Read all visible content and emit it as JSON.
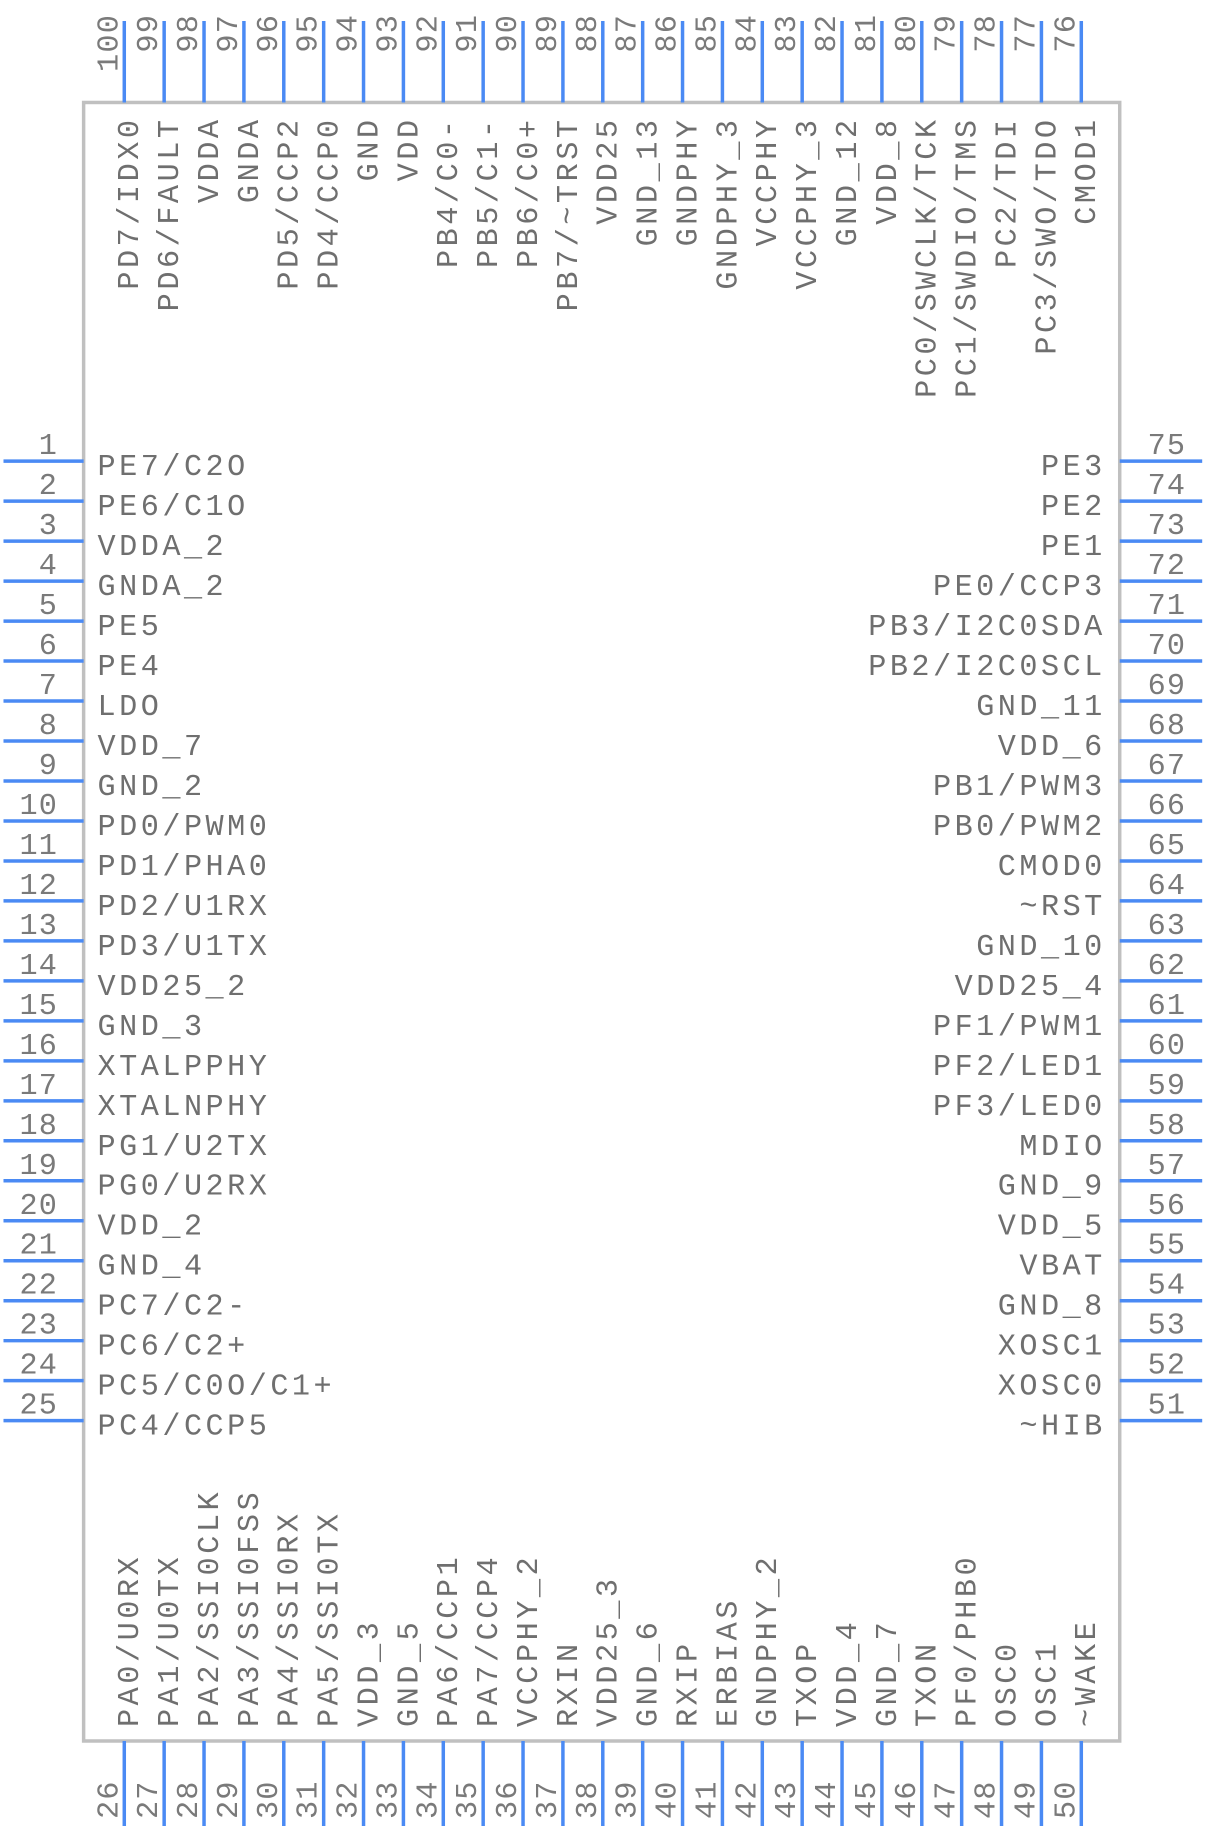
{
  "colors": {
    "pin": "#4a8af4",
    "outline": "#c0c0c0",
    "text": "#6f6f6f"
  },
  "pins": {
    "left": [
      {
        "num": "1",
        "name": "PE7/C2O"
      },
      {
        "num": "2",
        "name": "PE6/C1O"
      },
      {
        "num": "3",
        "name": "VDDA_2"
      },
      {
        "num": "4",
        "name": "GNDA_2"
      },
      {
        "num": "5",
        "name": "PE5"
      },
      {
        "num": "6",
        "name": "PE4"
      },
      {
        "num": "7",
        "name": "LDO"
      },
      {
        "num": "8",
        "name": "VDD_7"
      },
      {
        "num": "9",
        "name": "GND_2"
      },
      {
        "num": "10",
        "name": "PD0/PWM0"
      },
      {
        "num": "11",
        "name": "PD1/PHA0"
      },
      {
        "num": "12",
        "name": "PD2/U1RX"
      },
      {
        "num": "13",
        "name": "PD3/U1TX"
      },
      {
        "num": "14",
        "name": "VDD25_2"
      },
      {
        "num": "15",
        "name": "GND_3"
      },
      {
        "num": "16",
        "name": "XTALPPHY"
      },
      {
        "num": "17",
        "name": "XTALNPHY"
      },
      {
        "num": "18",
        "name": "PG1/U2TX"
      },
      {
        "num": "19",
        "name": "PG0/U2RX"
      },
      {
        "num": "20",
        "name": "VDD_2"
      },
      {
        "num": "21",
        "name": "GND_4"
      },
      {
        "num": "22",
        "name": "PC7/C2-"
      },
      {
        "num": "23",
        "name": "PC6/C2+"
      },
      {
        "num": "24",
        "name": "PC5/C0O/C1+"
      },
      {
        "num": "25",
        "name": "PC4/CCP5"
      }
    ],
    "bottom": [
      {
        "num": "26",
        "name": "PA0/U0RX"
      },
      {
        "num": "27",
        "name": "PA1/U0TX"
      },
      {
        "num": "28",
        "name": "PA2/SSI0CLK"
      },
      {
        "num": "29",
        "name": "PA3/SSI0FSS"
      },
      {
        "num": "30",
        "name": "PA4/SSI0RX"
      },
      {
        "num": "31",
        "name": "PA5/SSI0TX"
      },
      {
        "num": "32",
        "name": "VDD_3"
      },
      {
        "num": "33",
        "name": "GND_5"
      },
      {
        "num": "34",
        "name": "PA6/CCP1"
      },
      {
        "num": "35",
        "name": "PA7/CCP4"
      },
      {
        "num": "36",
        "name": "VCCPHY_2"
      },
      {
        "num": "37",
        "name": "RXIN"
      },
      {
        "num": "38",
        "name": "VDD25_3"
      },
      {
        "num": "39",
        "name": "GND_6"
      },
      {
        "num": "40",
        "name": "RXIP"
      },
      {
        "num": "41",
        "name": "ERBIAS"
      },
      {
        "num": "42",
        "name": "GNDPHY_2"
      },
      {
        "num": "43",
        "name": "TXOP"
      },
      {
        "num": "44",
        "name": "VDD_4"
      },
      {
        "num": "45",
        "name": "GND_7"
      },
      {
        "num": "46",
        "name": "TXON"
      },
      {
        "num": "47",
        "name": "PF0/PHB0"
      },
      {
        "num": "48",
        "name": "OSC0"
      },
      {
        "num": "49",
        "name": "OSC1"
      },
      {
        "num": "50",
        "name": "~WAKE"
      }
    ],
    "right": [
      {
        "num": "75",
        "name": "PE3"
      },
      {
        "num": "74",
        "name": "PE2"
      },
      {
        "num": "73",
        "name": "PE1"
      },
      {
        "num": "72",
        "name": "PE0/CCP3"
      },
      {
        "num": "71",
        "name": "PB3/I2C0SDA"
      },
      {
        "num": "70",
        "name": "PB2/I2C0SCL"
      },
      {
        "num": "69",
        "name": "GND_11"
      },
      {
        "num": "68",
        "name": "VDD_6"
      },
      {
        "num": "67",
        "name": "PB1/PWM3"
      },
      {
        "num": "66",
        "name": "PB0/PWM2"
      },
      {
        "num": "65",
        "name": "CMOD0"
      },
      {
        "num": "64",
        "name": "~RST"
      },
      {
        "num": "63",
        "name": "GND_10"
      },
      {
        "num": "62",
        "name": "VDD25_4"
      },
      {
        "num": "61",
        "name": "PF1/PWM1"
      },
      {
        "num": "60",
        "name": "PF2/LED1"
      },
      {
        "num": "59",
        "name": "PF3/LED0"
      },
      {
        "num": "58",
        "name": "MDIO"
      },
      {
        "num": "57",
        "name": "GND_9"
      },
      {
        "num": "56",
        "name": "VDD_5"
      },
      {
        "num": "55",
        "name": "VBAT"
      },
      {
        "num": "54",
        "name": "GND_8"
      },
      {
        "num": "53",
        "name": "XOSC1"
      },
      {
        "num": "52",
        "name": "XOSC0"
      },
      {
        "num": "51",
        "name": "~HIB"
      }
    ],
    "top": [
      {
        "num": "100",
        "name": "PD7/IDX0"
      },
      {
        "num": "99",
        "name": "PD6/FAULT"
      },
      {
        "num": "98",
        "name": "VDDA"
      },
      {
        "num": "97",
        "name": "GNDA"
      },
      {
        "num": "96",
        "name": "PD5/CCP2"
      },
      {
        "num": "95",
        "name": "PD4/CCP0"
      },
      {
        "num": "94",
        "name": "GND"
      },
      {
        "num": "93",
        "name": "VDD"
      },
      {
        "num": "92",
        "name": "PB4/C0-"
      },
      {
        "num": "91",
        "name": "PB5/C1-"
      },
      {
        "num": "90",
        "name": "PB6/C0+"
      },
      {
        "num": "89",
        "name": "PB7/~TRST"
      },
      {
        "num": "88",
        "name": "VDD25"
      },
      {
        "num": "87",
        "name": "GND_13"
      },
      {
        "num": "86",
        "name": "GNDPHY"
      },
      {
        "num": "85",
        "name": "GNDPHY_3"
      },
      {
        "num": "84",
        "name": "VCCPHY"
      },
      {
        "num": "83",
        "name": "VCCPHY_3"
      },
      {
        "num": "82",
        "name": "GND_12"
      },
      {
        "num": "81",
        "name": "VDD_8"
      },
      {
        "num": "80",
        "name": "PC0/SWCLK/TCK"
      },
      {
        "num": "79",
        "name": "PC1/SWDIO/TMS"
      },
      {
        "num": "78",
        "name": "PC2/TDI"
      },
      {
        "num": "77",
        "name": "PC3/SWO/TDO"
      },
      {
        "num": "76",
        "name": "CMOD1"
      }
    ]
  }
}
